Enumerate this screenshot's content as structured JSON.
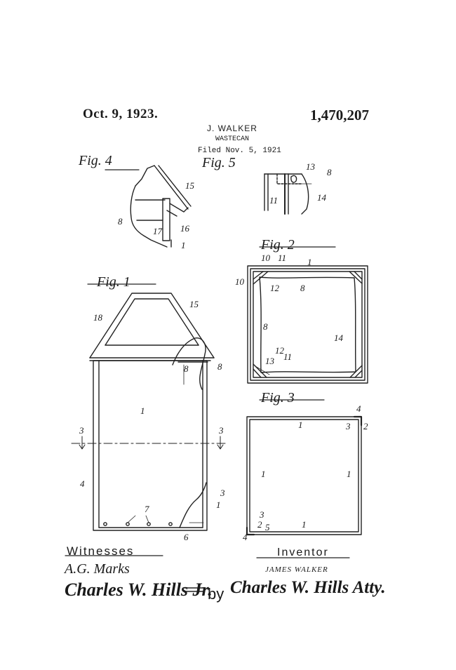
{
  "header": {
    "date": "Oct. 9, 1923.",
    "inventor": "J. WALKER",
    "title": "WASTECAN",
    "filed": "Filed Nov. 5, 1921",
    "patent_number": "1,470,207"
  },
  "figures": {
    "fig1": "Fig. 1",
    "fig2": "Fig. 2",
    "fig3": "Fig. 3",
    "fig4": "Fig. 4",
    "fig5": "Fig. 5"
  },
  "reference_numerals": {
    "fig4": [
      "15",
      "8",
      "16",
      "17",
      "1"
    ],
    "fig5": [
      "13",
      "8",
      "11",
      "14"
    ],
    "fig1": [
      "18",
      "15",
      "8",
      "8",
      "1",
      "3",
      "3",
      "4",
      "3",
      "1",
      "7",
      "6"
    ],
    "fig2": [
      "10",
      "11",
      "1",
      "10",
      "12",
      "8",
      "8",
      "14",
      "12",
      "13",
      "11"
    ],
    "fig3": [
      "4",
      "1",
      "3",
      "2",
      "1",
      "1",
      "3",
      "2",
      "5",
      "1",
      "4"
    ]
  },
  "signatures": {
    "witnesses_label": "Witnesses",
    "inventor_label": "Inventor",
    "inventor_name": "JAMES WALKER",
    "by": "by",
    "witness_1": "A.G. Marks",
    "witness_2": "Charles W. Hills Jr.",
    "attorney": "Charles W. Hills Atty."
  }
}
